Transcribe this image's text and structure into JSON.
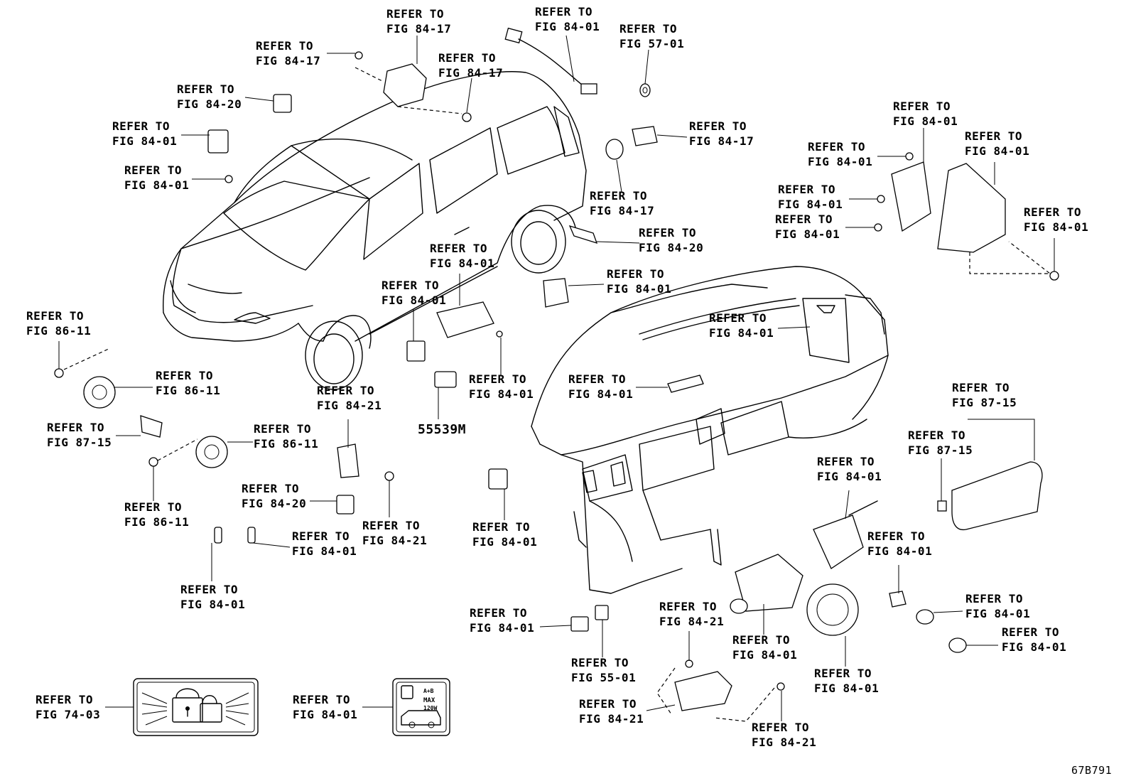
{
  "diagram_code": "67B791",
  "part_numbers": [
    "55539M"
  ],
  "callouts": [
    {
      "l1": "REFER TO",
      "l2": "FIG 84-17"
    },
    {
      "l1": "REFER TO",
      "l2": "FIG 84-01"
    },
    {
      "l1": "REFER TO",
      "l2": "FIG 57-01"
    },
    {
      "l1": "REFER TO",
      "l2": "FIG 84-17"
    },
    {
      "l1": "REFER TO",
      "l2": "FIG 84-17"
    },
    {
      "l1": "REFER TO",
      "l2": "FIG 84-20"
    },
    {
      "l1": "REFER TO",
      "l2": "FIG 84-01"
    },
    {
      "l1": "REFER TO",
      "l2": "FIG 84-01"
    },
    {
      "l1": "REFER TO",
      "l2": "FIG 84-17"
    },
    {
      "l1": "REFER TO",
      "l2": "FIG 84-17"
    },
    {
      "l1": "REFER TO",
      "l2": "FIG 84-01"
    },
    {
      "l1": "REFER TO",
      "l2": "FIG 84-01"
    },
    {
      "l1": "REFER TO",
      "l2": "FIG 84-01"
    },
    {
      "l1": "REFER TO",
      "l2": "FIG 84-01"
    },
    {
      "l1": "REFER TO",
      "l2": "FIG 84-01"
    },
    {
      "l1": "REFER TO",
      "l2": "FIG 84-01"
    },
    {
      "l1": "REFER TO",
      "l2": "FIG 84-20"
    },
    {
      "l1": "REFER TO",
      "l2": "FIG 84-01"
    },
    {
      "l1": "REFER TO",
      "l2": "FIG 84-01"
    },
    {
      "l1": "REFER TO",
      "l2": "FIG 84-01"
    },
    {
      "l1": "REFER TO",
      "l2": "FIG 86-11"
    },
    {
      "l1": "REFER TO",
      "l2": "FIG 86-11"
    },
    {
      "l1": "REFER TO",
      "l2": "FIG 84-01"
    },
    {
      "l1": "REFER TO",
      "l2": "FIG 84-01"
    },
    {
      "l1": "REFER TO",
      "l2": "FIG 84-21"
    },
    {
      "l1": "REFER TO",
      "l2": "FIG 87-15"
    },
    {
      "l1": "REFER TO",
      "l2": "FIG 86-11"
    },
    {
      "l1": "REFER TO",
      "l2": "FIG 87-15"
    },
    {
      "l1": "REFER TO",
      "l2": "FIG 87-15"
    },
    {
      "l1": "REFER TO",
      "l2": "FIG 84-20"
    },
    {
      "l1": "REFER TO",
      "l2": "FIG 86-11"
    },
    {
      "l1": "REFER TO",
      "l2": "FIG 84-01"
    },
    {
      "l1": "REFER TO",
      "l2": "FIG 84-01"
    },
    {
      "l1": "REFER TO",
      "l2": "FIG 84-21"
    },
    {
      "l1": "REFER TO",
      "l2": "FIG 84-01"
    },
    {
      "l1": "REFER TO",
      "l2": "FIG 84-01"
    },
    {
      "l1": "REFER TO",
      "l2": "FIG 84-01"
    },
    {
      "l1": "REFER TO",
      "l2": "FIG 84-01"
    },
    {
      "l1": "REFER TO",
      "l2": "FIG 84-01"
    },
    {
      "l1": "REFER TO",
      "l2": "FIG 84-01"
    },
    {
      "l1": "REFER TO",
      "l2": "FIG 84-21"
    },
    {
      "l1": "REFER TO",
      "l2": "FIG 55-01"
    },
    {
      "l1": "REFER TO",
      "l2": "FIG 84-01"
    },
    {
      "l1": "REFER TO",
      "l2": "FIG 84-01"
    },
    {
      "l1": "REFER TO",
      "l2": "FIG 84-01"
    },
    {
      "l1": "REFER TO",
      "l2": "FIG 74-03"
    },
    {
      "l1": "REFER TO",
      "l2": "FIG 84-01"
    },
    {
      "l1": "REFER TO",
      "l2": "FIG 84-21"
    },
    {
      "l1": "REFER TO",
      "l2": "FIG 84-21"
    }
  ],
  "label_max_text": "MAX",
  "label_amp_text": "120W"
}
